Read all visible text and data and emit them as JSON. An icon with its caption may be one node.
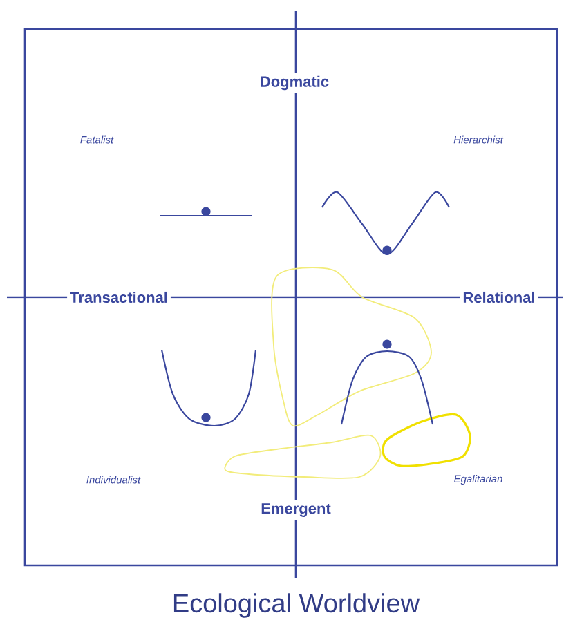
{
  "diagram": {
    "caption": "Ecological Worldview",
    "labels": [
      "Dogmatic",
      "Fatalist",
      "Hierarchist",
      "Transactional",
      "Relational",
      "Individualist",
      "Egalitarian",
      "Emergent"
    ]
  }
}
